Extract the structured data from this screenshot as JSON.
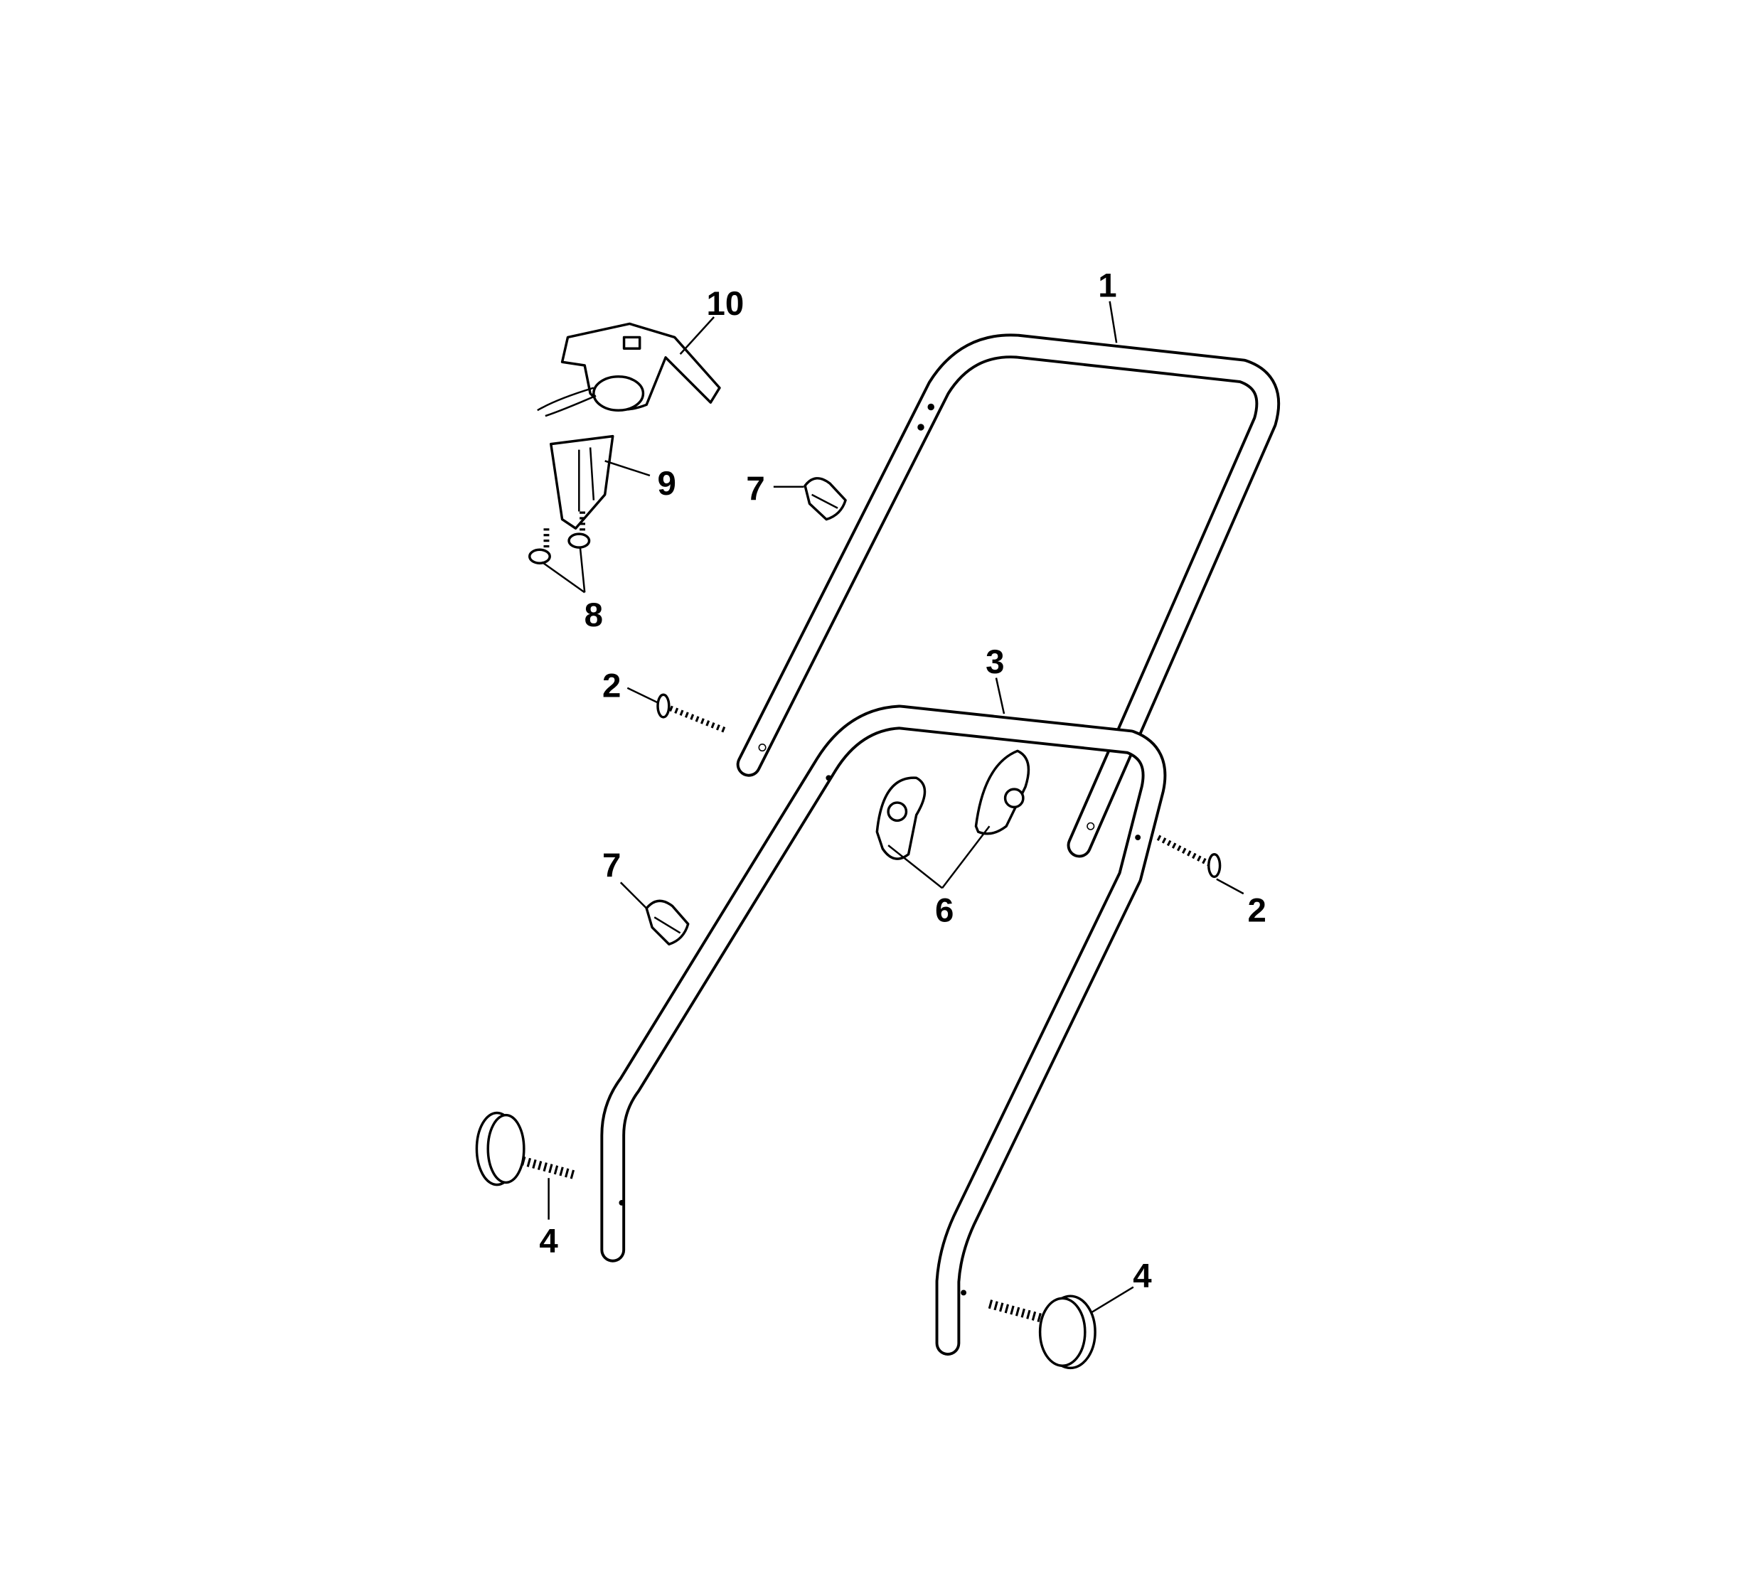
{
  "diagram": {
    "type": "exploded parts diagram",
    "labels": [
      {
        "id": "10",
        "text": "10"
      },
      {
        "id": "1",
        "text": "1"
      },
      {
        "id": "9",
        "text": "9"
      },
      {
        "id": "7a",
        "text": "7"
      },
      {
        "id": "8",
        "text": "8"
      },
      {
        "id": "2a",
        "text": "2"
      },
      {
        "id": "3",
        "text": "3"
      },
      {
        "id": "7b",
        "text": "7"
      },
      {
        "id": "6",
        "text": "6"
      },
      {
        "id": "2b",
        "text": "2"
      },
      {
        "id": "4a",
        "text": "4"
      },
      {
        "id": "4b",
        "text": "4"
      }
    ]
  }
}
